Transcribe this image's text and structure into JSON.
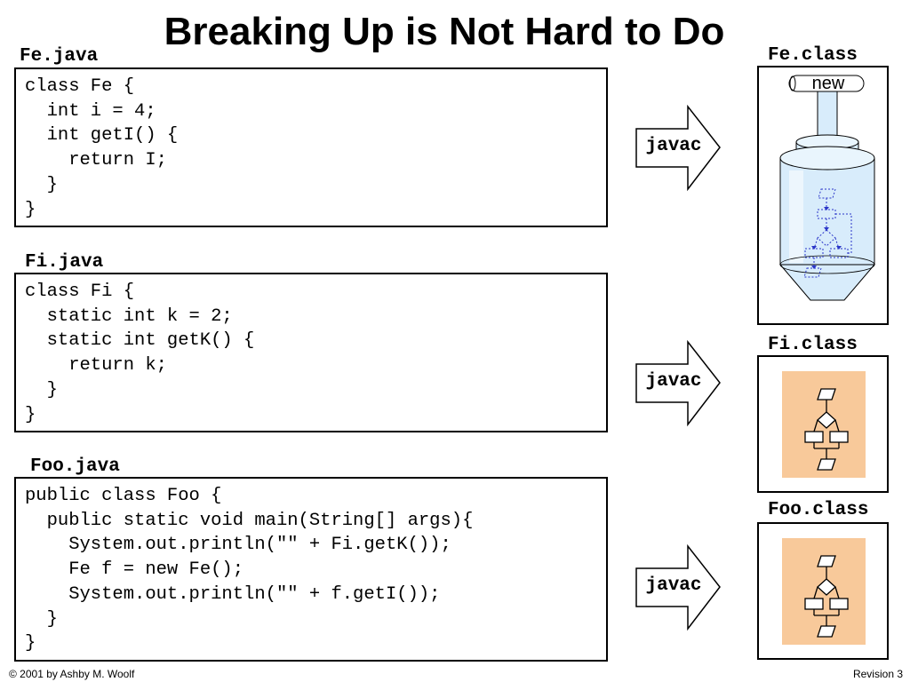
{
  "title": "Breaking Up is Not Hard to Do",
  "sources": [
    {
      "filename": "Fe.java",
      "code": [
        "class Fe {",
        "  int i = 4;",
        "  int getI() {",
        "    return I;",
        "  }",
        "}"
      ]
    },
    {
      "filename": "Fi.java",
      "code": [
        "class Fi {",
        "  static int k = 2;",
        "  static int getK() {",
        "    return k;",
        "  }",
        "}"
      ]
    },
    {
      "filename": "Foo.java",
      "code": [
        "public class Foo {",
        "  public static void main(String[] args){",
        "    System.out.println(\"\" + Fi.getK());",
        "    Fe f = new Fe();",
        "    System.out.println(\"\" + f.getI());",
        "  }",
        "}"
      ]
    }
  ],
  "compiler_label": "javac",
  "classes": [
    {
      "filename": "Fe.class",
      "badge": "new",
      "icon": "press-icon"
    },
    {
      "filename": "Fi.class",
      "icon": "flowchart-icon"
    },
    {
      "filename": "Foo.class",
      "icon": "flowchart-icon"
    }
  ],
  "colors": {
    "flowchart_bg": "#f8c99a",
    "press_fill": "#d8ecfb",
    "flow_lines": "#2a35c8"
  },
  "footer": {
    "copyright": "© 2001 by Ashby M. Woolf",
    "revision": "Revision 3"
  }
}
